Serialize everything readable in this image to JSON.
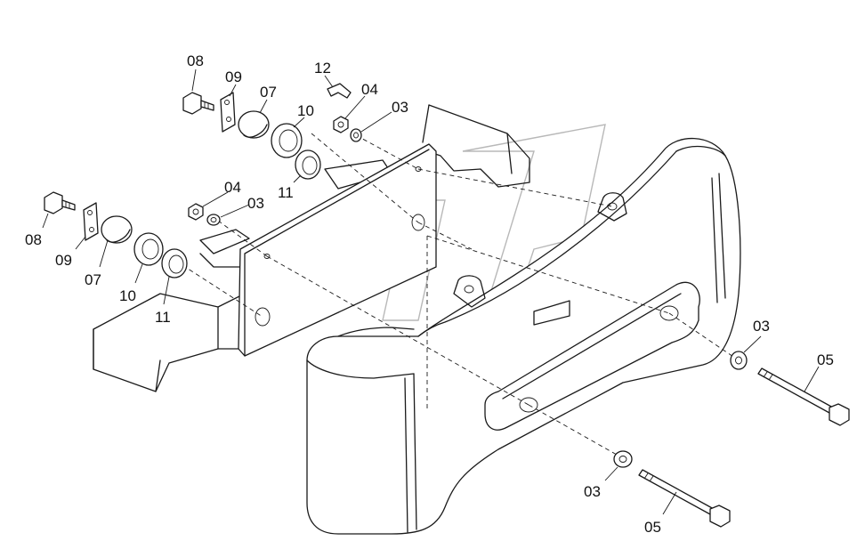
{
  "diagram": {
    "callouts": {
      "c08a": "08",
      "c09a": "09",
      "c07a": "07",
      "c10a": "10",
      "c11a": "11",
      "c12": "12",
      "c04a": "04",
      "c03a": "03",
      "c04b": "04",
      "c03b": "03",
      "c08b": "08",
      "c09b": "09",
      "c07b": "07",
      "c10b": "10",
      "c11b": "11",
      "c03c": "03",
      "c05a": "05",
      "c03d": "03",
      "c05b": "05"
    }
  }
}
